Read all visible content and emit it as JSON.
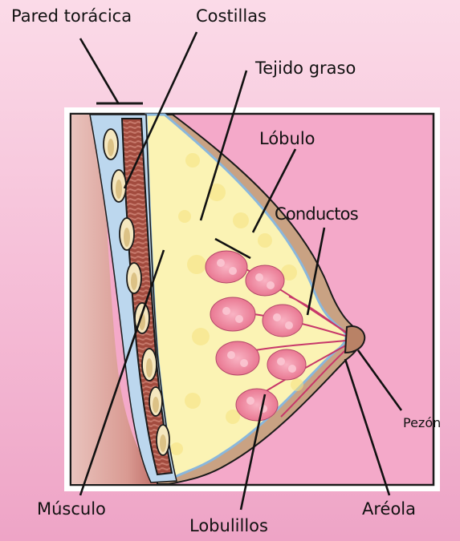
{
  "labels": {
    "chest_wall": "Pared torácica",
    "ribs": "Costillas",
    "fatty_tissue": "Tejido graso",
    "lobe": "Lóbulo",
    "ducts": "Conductos",
    "nipple": "Pezón",
    "muscle": "Músculo",
    "lobules": "Lobulillos",
    "areola": "Aréola"
  },
  "colors": {
    "background_top": "#fbdbe8",
    "background_bottom": "#eea4c6",
    "panel_pink": "#f4a9c9",
    "skin": "#c9a283",
    "fat": "#fbf3b4",
    "muscle": "#a04a3d",
    "fascia": "#bcd7ee",
    "lobules": "#f08aa2"
  },
  "icons": [
    "rib-bone-icon",
    "lobule-cluster-icon"
  ]
}
